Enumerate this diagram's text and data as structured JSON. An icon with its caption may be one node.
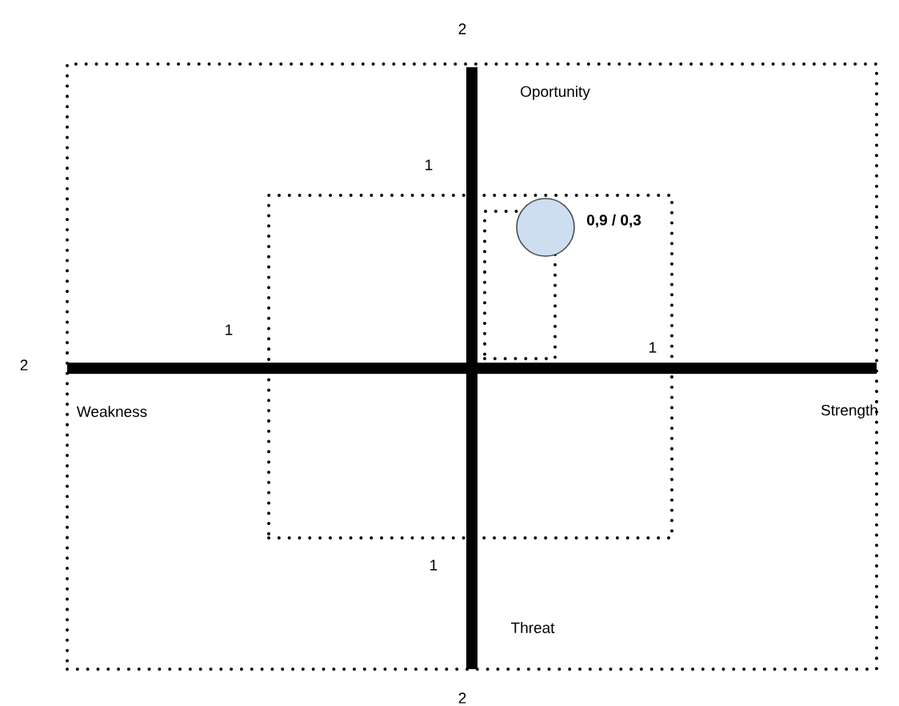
{
  "diagram": {
    "nodes": [
      {
        "text": [],
        "shape": "box"
      },
      {
        "text": [],
        "shape": "box",
        "in": 0
      },
      {
        "text": [],
        "shape": "box",
        "in": 1
      },
      {
        "text": [],
        "shape": "circle",
        "in": 1,
        "beside": [
          "0,9 / 0,3"
        ]
      }
    ],
    "labels": [
      "2",
      "Oportunity",
      "1",
      "2",
      "1",
      "1",
      "Weakness",
      "Strength",
      "1",
      "Threat",
      "2"
    ]
  }
}
